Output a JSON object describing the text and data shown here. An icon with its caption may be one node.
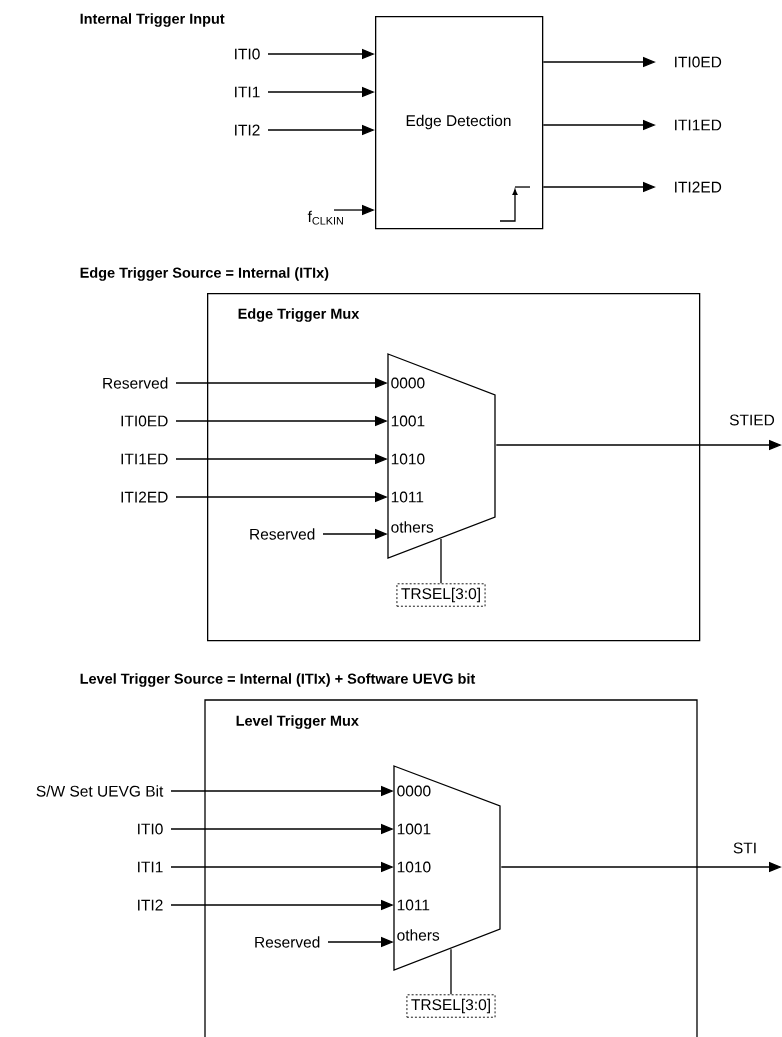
{
  "diagram": {
    "nodes": [
      {
        "text": [
          "Edge Detection"
        ]
      },
      {
        "text": [
          "ITI0"
        ]
      },
      {
        "text": [
          "ITI1"
        ]
      },
      {
        "text": [
          "ITI2"
        ]
      },
      {
        "text": [
          "f$_{CLKIN}$"
        ]
      },
      {
        "text": [
          "ITI0ED"
        ]
      },
      {
        "text": [
          "ITI1ED"
        ]
      },
      {
        "text": [
          "ITI2ED"
        ]
      },
      {
        "text": [
          "Edge Trigger Mux"
        ]
      },
      {
        "text": [
          "0000",
          "1001",
          "1010",
          "1011",
          "others"
        ],
        "in": 8
      },
      {
        "text": [
          "Reserved"
        ]
      },
      {
        "text": [
          "ITI0ED"
        ]
      },
      {
        "text": [
          "ITI1ED"
        ]
      },
      {
        "text": [
          "ITI2ED"
        ]
      },
      {
        "text": [
          "Reserved"
        ],
        "in": 8
      },
      {
        "text": [
          "TRSEL[3:0]"
        ],
        "in": 8
      },
      {
        "text": [
          "Level Trigger Mux"
        ]
      },
      {
        "text": [
          "0000",
          "1001",
          "1010",
          "1011",
          "others"
        ],
        "in": 16
      },
      {
        "text": [
          "S/W Set UEVG Bit"
        ]
      },
      {
        "text": [
          "ITI0"
        ]
      },
      {
        "text": [
          "ITI1"
        ]
      },
      {
        "text": [
          "ITI2"
        ]
      },
      {
        "text": [
          "Reserved"
        ],
        "in": 16
      },
      {
        "text": [
          "TRSEL[3:0]"
        ],
        "in": 16
      }
    ],
    "edges": [
      {
        "from": 1,
        "to": 0,
        "arrow": "to"
      },
      {
        "from": 2,
        "to": 0,
        "arrow": "to"
      },
      {
        "from": 3,
        "to": 0,
        "arrow": "to"
      },
      {
        "from": 4,
        "to": 0,
        "arrow": "to"
      },
      {
        "from": 0,
        "to": 5,
        "arrow": "to"
      },
      {
        "from": 0,
        "to": 6,
        "arrow": "to"
      },
      {
        "from": 0,
        "to": 7,
        "arrow": "to"
      },
      {
        "from": 10,
        "to": 9,
        "arrow": "to"
      },
      {
        "from": 11,
        "to": 9,
        "arrow": "to"
      },
      {
        "from": 12,
        "to": 9,
        "arrow": "to"
      },
      {
        "from": 13,
        "to": 9,
        "arrow": "to"
      },
      {
        "from": 14,
        "to": 9,
        "arrow": "to"
      },
      {
        "from": 9,
        "to": null,
        "arrow": "to",
        "label": "STIED"
      },
      {
        "from": 9,
        "to": 15,
        "arrow": "none"
      },
      {
        "from": 18,
        "to": 17,
        "arrow": "to"
      },
      {
        "from": 19,
        "to": 17,
        "arrow": "to"
      },
      {
        "from": 20,
        "to": 17,
        "arrow": "to"
      },
      {
        "from": 21,
        "to": 17,
        "arrow": "to"
      },
      {
        "from": 22,
        "to": 17,
        "arrow": "to"
      },
      {
        "from": 17,
        "to": null,
        "arrow": "to",
        "label": "STI"
      },
      {
        "from": 17,
        "to": 23,
        "arrow": "none"
      }
    ],
    "labels": [
      "Internal Trigger Input",
      "Edge Trigger Source = Internal (ITIx)",
      "Level Trigger Source = Internal (ITIx) + Software UEVG bit"
    ]
  }
}
